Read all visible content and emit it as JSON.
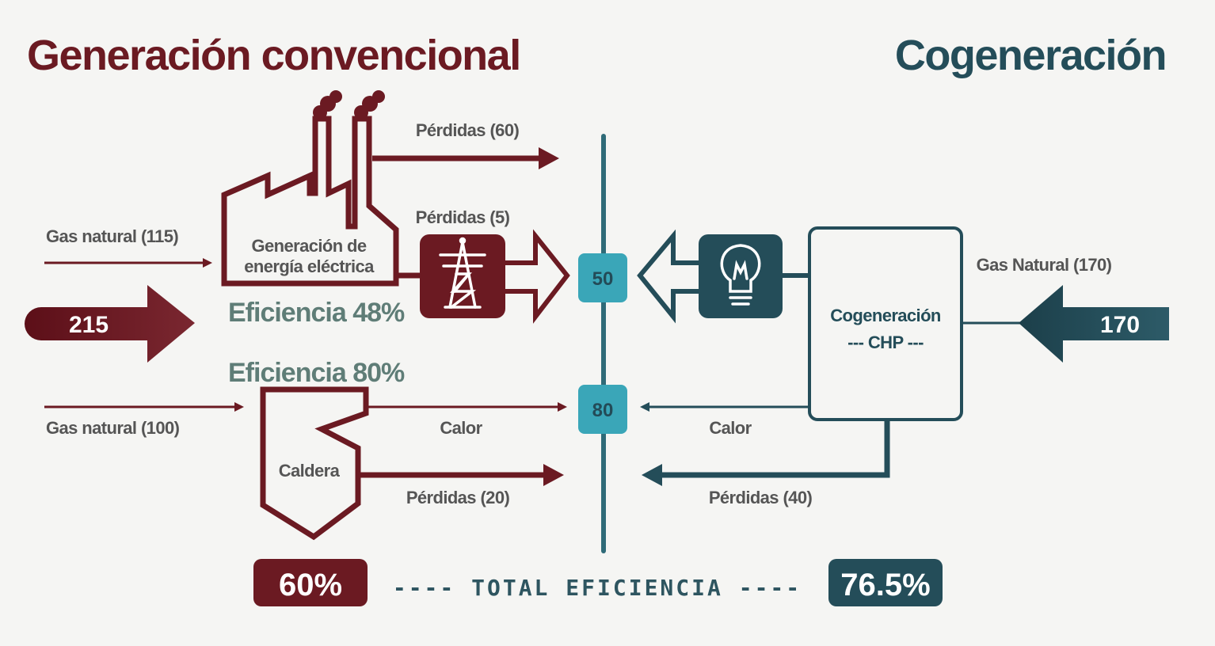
{
  "colors": {
    "conventional": "#6b1a22",
    "cogeneration": "#244d59",
    "teal_line": "#2f6b78",
    "node_fill": "#3aa6b8",
    "efficiency_text": "#5f7d77",
    "label_gray": "#555555",
    "background": "#f5f5f3"
  },
  "titles": {
    "conventional": "Generación convencional",
    "cogeneration": "Cogeneración"
  },
  "conventional": {
    "input_total": "215",
    "gas_power_plant": "Gas natural (115)",
    "gas_boiler": "Gas natural (100)",
    "plant_label_line1": "Generación de",
    "plant_label_line2": "energía eléctrica",
    "losses_stack": "Pérdidas (60)",
    "losses_transmission": "Pérdidas (5)",
    "efficiency_plant": "Eficiencia 48%",
    "efficiency_boiler": "Eficiencia 80%",
    "boiler_label": "Caldera",
    "heat_label": "Calor",
    "losses_boiler": "Pérdidas (20)",
    "total_efficiency": "60%"
  },
  "cogeneration": {
    "input_total": "170",
    "gas_input": "Gas Natural (170)",
    "chp_label_line1": "Cogeneración",
    "chp_label_line2": "--- CHP ---",
    "heat_label": "Calor",
    "losses": "Pérdidas (40)",
    "total_efficiency": "76.5%"
  },
  "nodes": {
    "electricity": "50",
    "heat": "80"
  },
  "total_label": "---- TOTAL EFICIENCIA ----",
  "icons": {
    "factory": "factory-icon",
    "smoke": "smoke-icon",
    "pylon": "power-pylon-icon",
    "bulb": "lightbulb-icon",
    "boiler": "boiler-icon"
  }
}
